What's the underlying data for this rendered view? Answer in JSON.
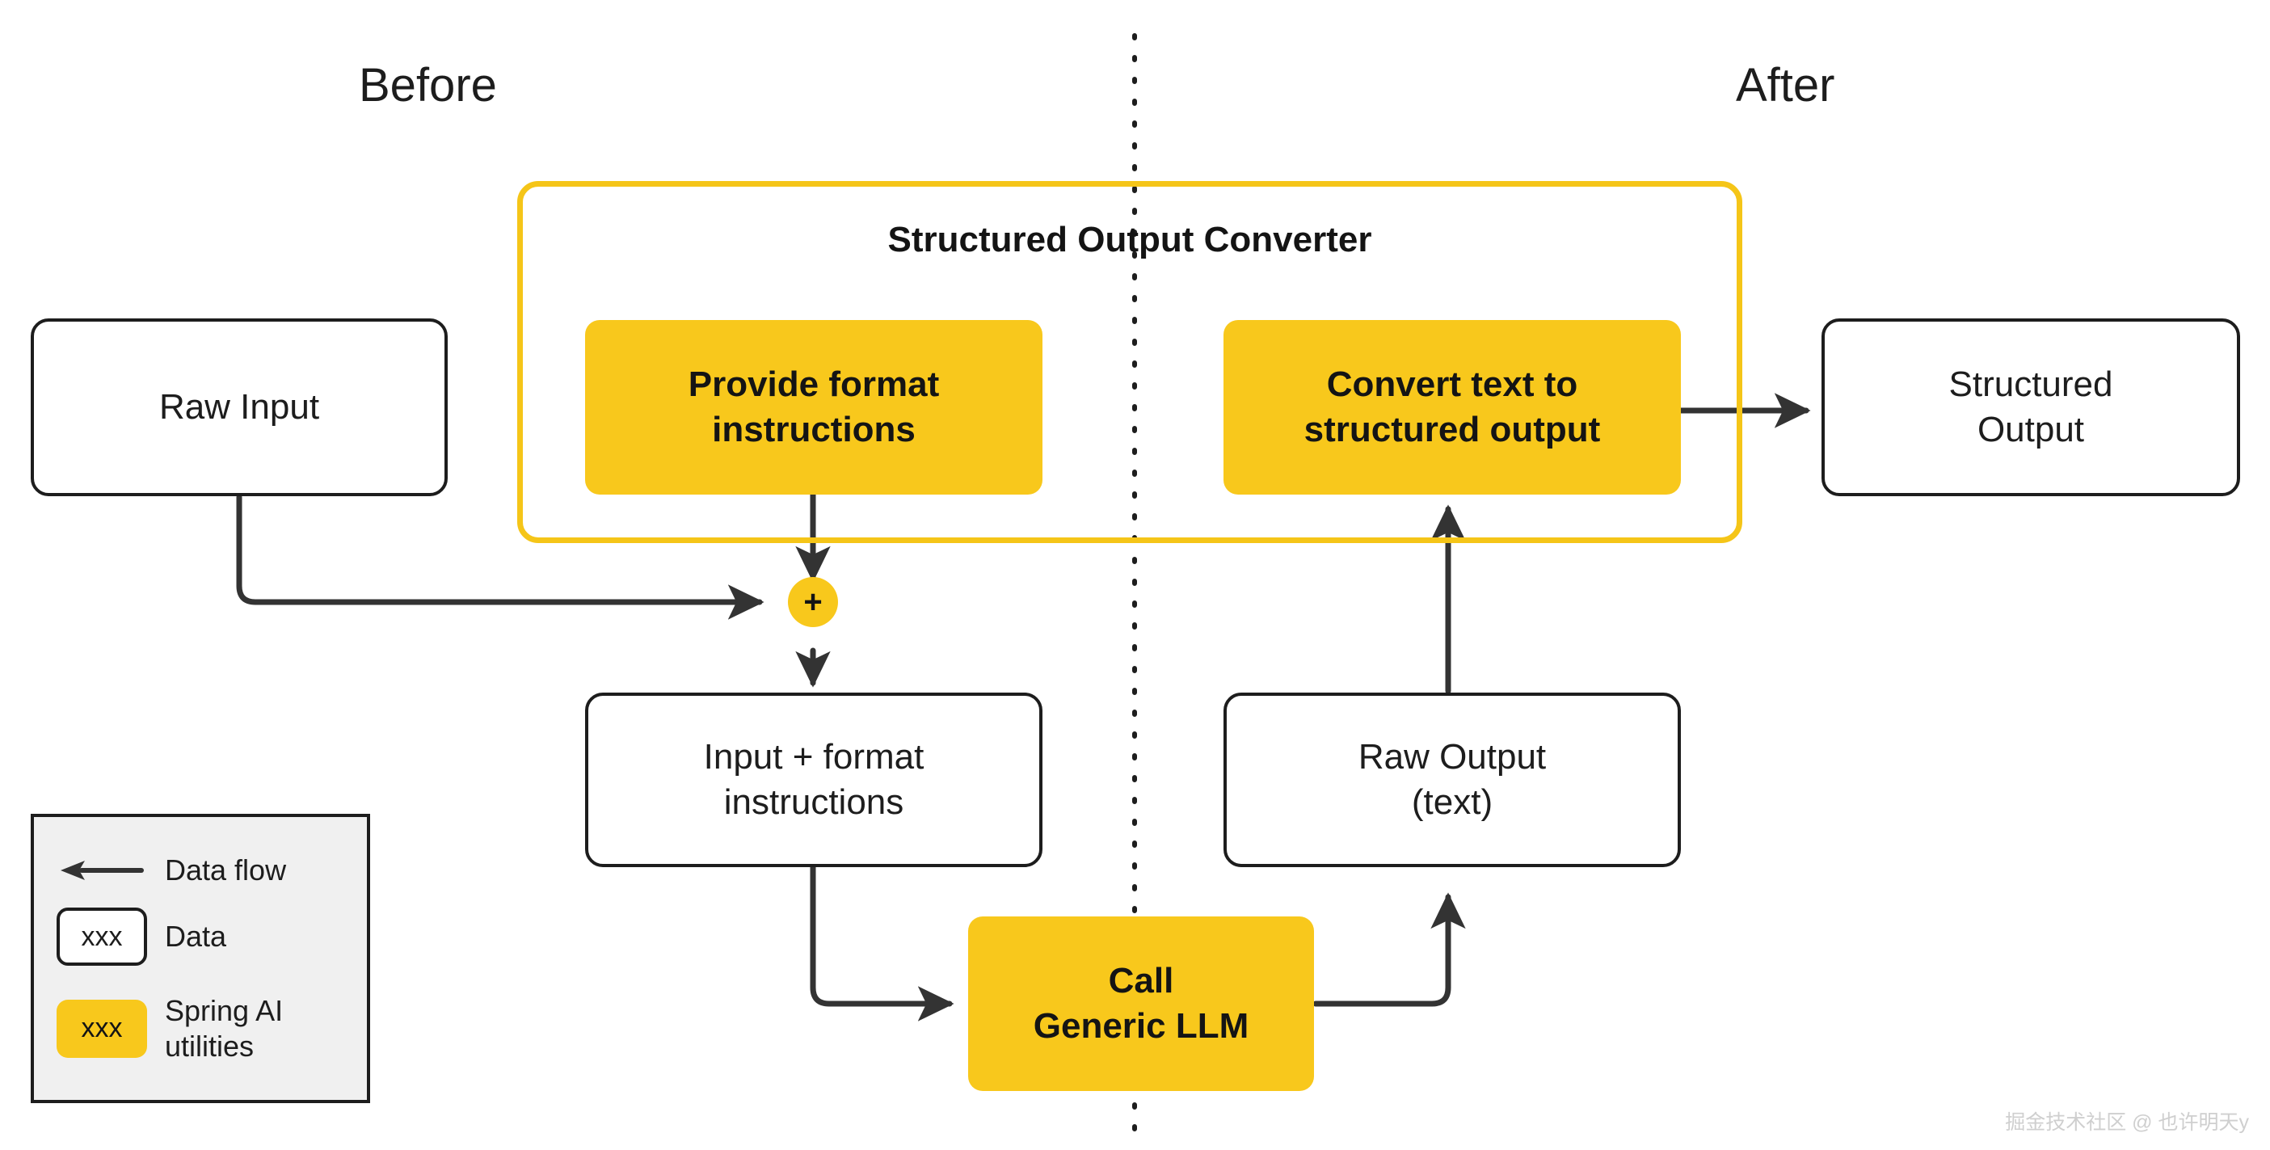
{
  "phases": {
    "before": "Before",
    "after": "After"
  },
  "container": {
    "title": "Structured Output Converter"
  },
  "nodes": {
    "raw_input": "Raw Input",
    "provide_format_instructions": "Provide format\ninstructions",
    "convert_text": "Convert text to\nstructured  output",
    "structured_output": "Structured\nOutput",
    "plus": "+",
    "input_plus_format": "Input + format\ninstructions",
    "raw_output": "Raw Output\n(text)",
    "call_llm": "Call\nGeneric LLM"
  },
  "legend": {
    "items": [
      {
        "kind": "arrow",
        "swatch_text": "",
        "label": "Data flow"
      },
      {
        "kind": "data",
        "swatch_text": "xxx",
        "label": "Data"
      },
      {
        "kind": "util",
        "swatch_text": "xxx",
        "label": "Spring AI\nutilities"
      }
    ]
  },
  "watermark": "掘金技术社区 @ 也许明天y",
  "colors": {
    "accent_yellow": "#F8C81C",
    "container_border": "#F5C518",
    "ink": "#1d1d1d",
    "legend_bg": "#f0f0f0"
  }
}
